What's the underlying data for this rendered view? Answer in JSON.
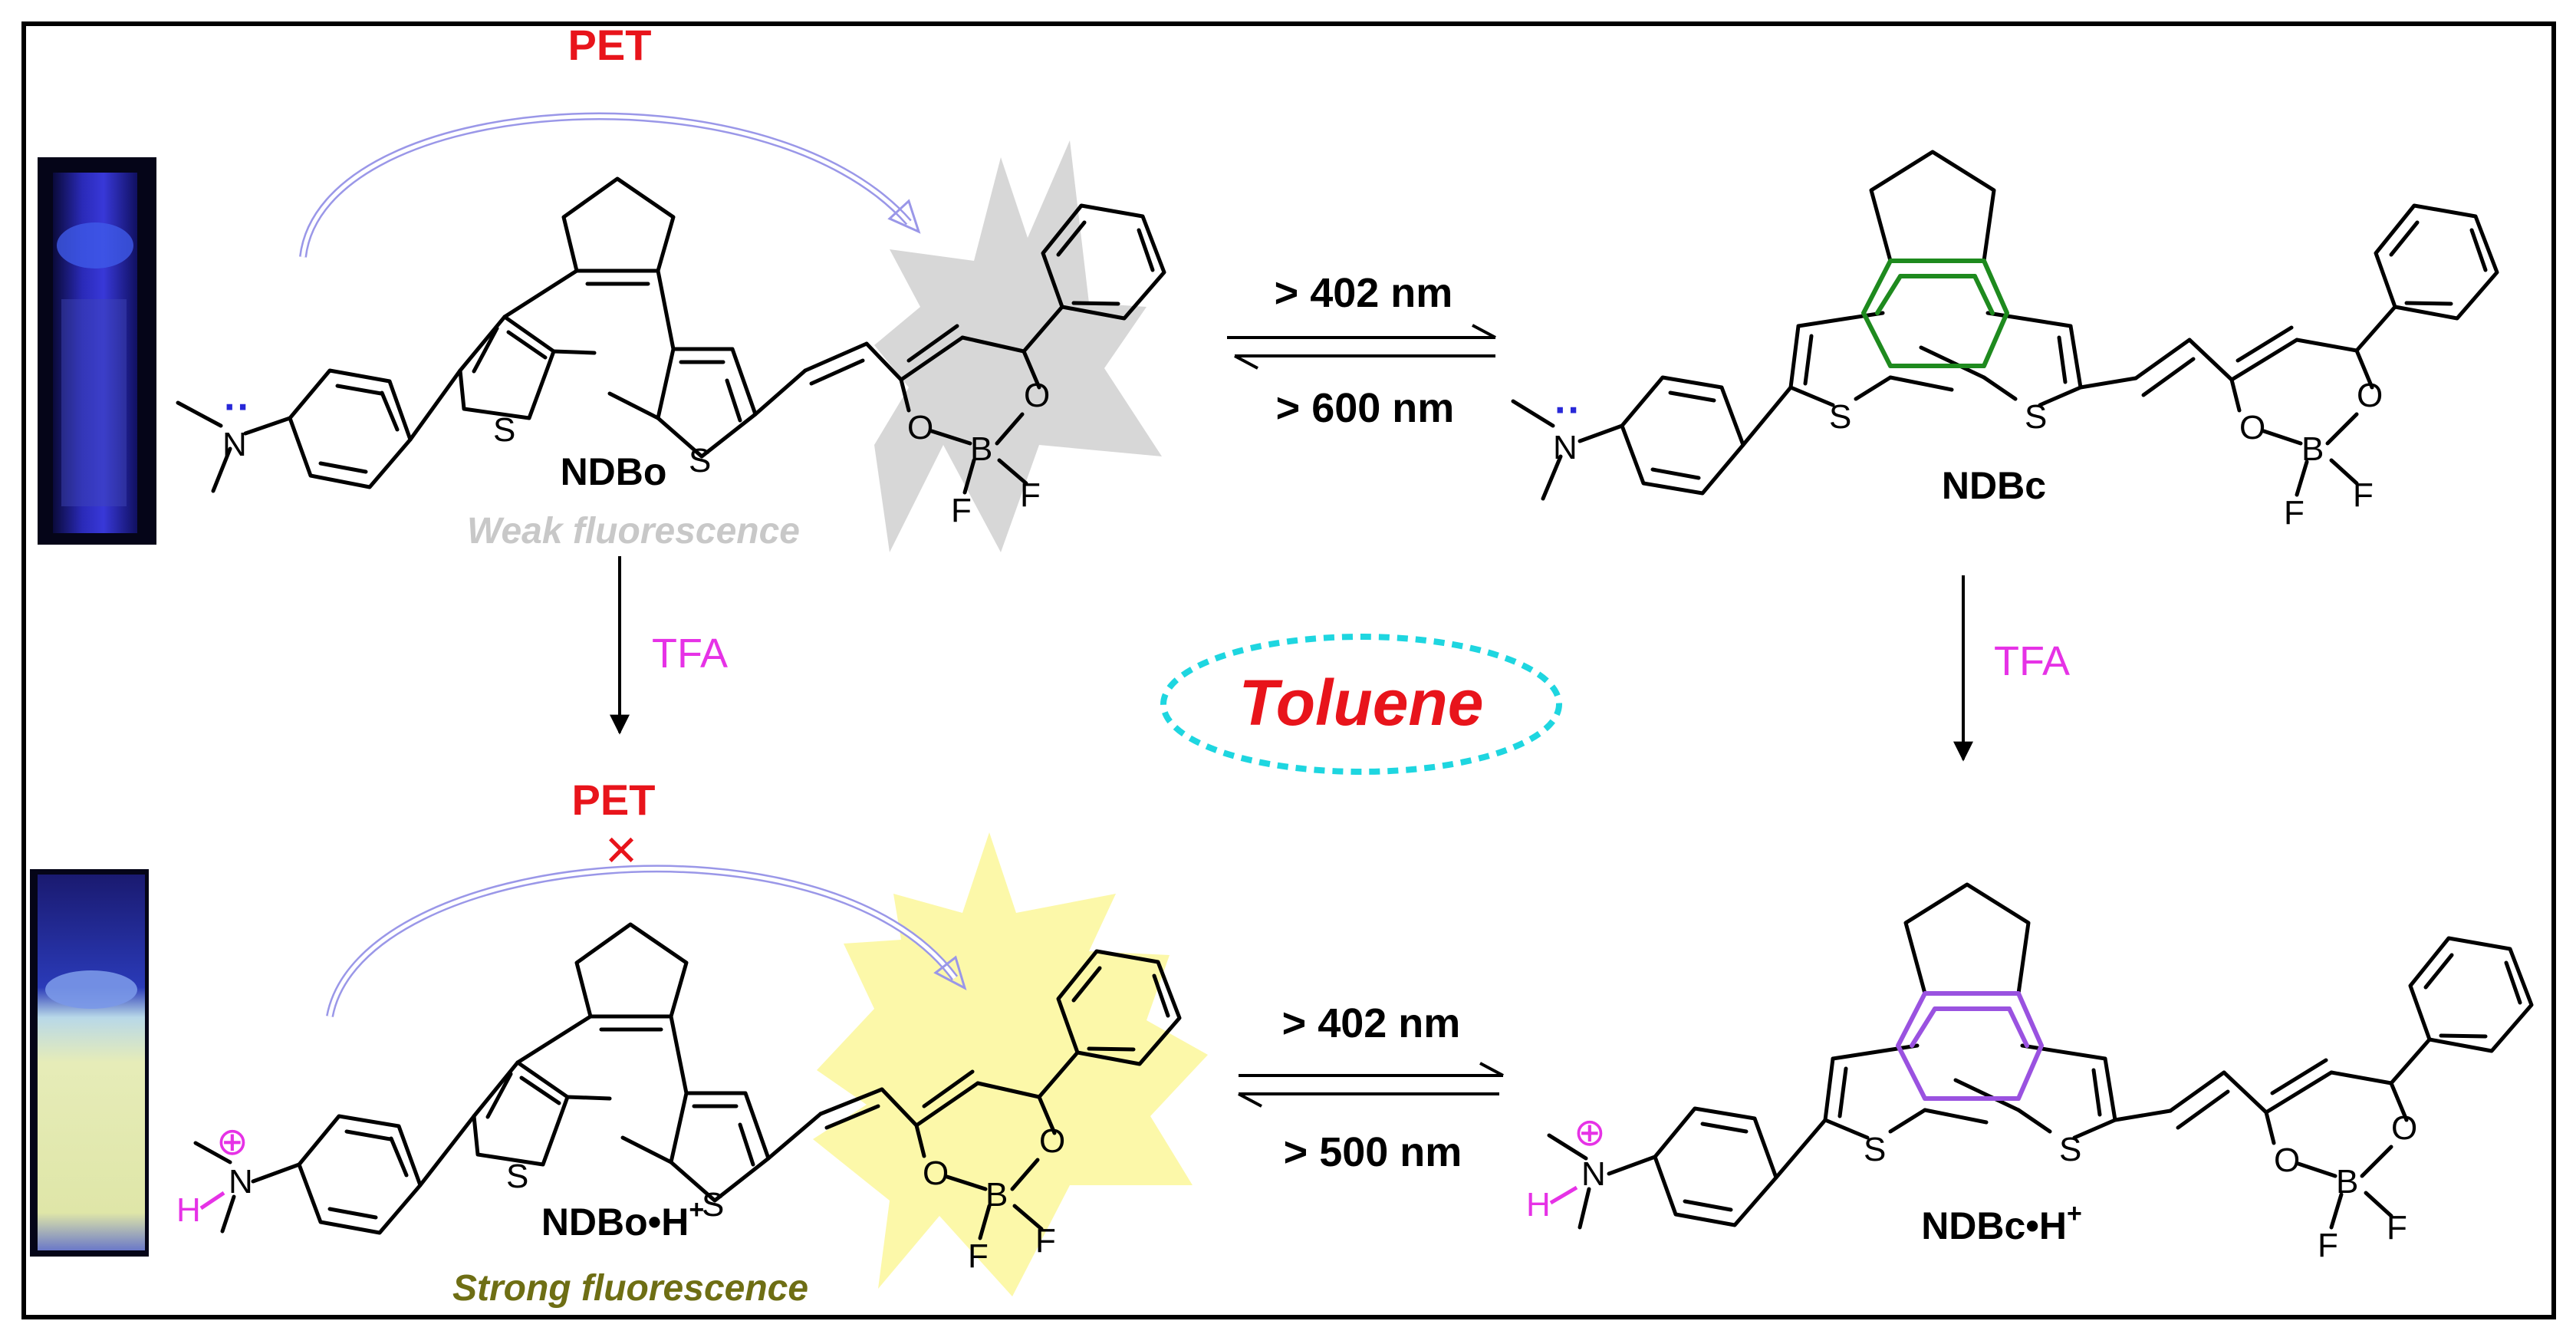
{
  "pet_top": "PET",
  "pet_bottom": "PET",
  "blocked_mark": "×",
  "compounds": {
    "ndbo": "NDBo",
    "ndbc": "NDBc",
    "ndbo_h_main": "NDBo•H",
    "ndbo_h_sup": "+",
    "ndbc_h_main": "NDBc•H",
    "ndbc_h_sup": "+"
  },
  "captions": {
    "weak": "Weak fluorescence",
    "strong": "Strong fluorescence"
  },
  "conditions": {
    "top_forward": "> 402 nm",
    "top_reverse": "> 600 nm",
    "bottom_forward": "> 402 nm",
    "bottom_reverse": "> 500 nm",
    "acid_left": "TFA",
    "acid_right": "TFA"
  },
  "solvent": "Toluene",
  "atoms": {
    "N": "N",
    "S": "S",
    "O": "O",
    "B": "B",
    "F": "F",
    "H": "H",
    "lone_pair": "··",
    "plus": "⊕"
  },
  "colors": {
    "pet": "#e8141b",
    "tfa": "#e632e6",
    "solvent_text": "#e8141b",
    "solvent_ring": "#1ed6e0",
    "weak_caption": "#c8c8c8",
    "strong_caption": "#6e6e14",
    "pet_arrow": "#9a97e8",
    "green_bonds": "#1e8a1e",
    "purple_bonds": "#9a52e0",
    "lone_pair": "#2828d8",
    "proton": "#e632e6",
    "grey_burst": "#d7d7d7",
    "yellow_burst": "#fcf8a9"
  }
}
